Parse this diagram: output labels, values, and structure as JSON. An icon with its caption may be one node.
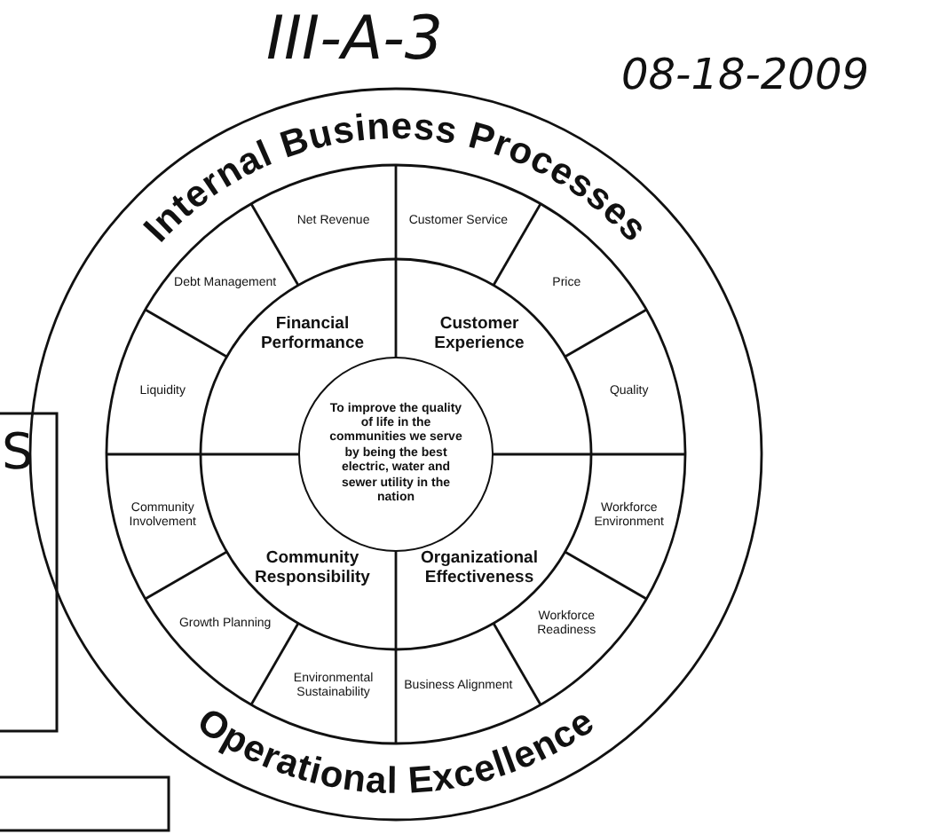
{
  "diagram": {
    "nodes": [
      {
        "text": [
          "Internal Business Processes",
          "Operational Excellence"
        ]
      },
      {
        "text": [
          "Financial Performance"
        ],
        "in": 0
      },
      {
        "text": [
          "Customer Experience"
        ],
        "in": 0
      },
      {
        "text": [
          "Community Responsibility"
        ],
        "in": 0
      },
      {
        "text": [
          "Organizational Effectiveness"
        ],
        "in": 0
      },
      {
        "text": [
          "To improve the quality of life in the communities we serve by being the best electric, water and sewer utility in the nation"
        ],
        "in": 0
      },
      {
        "text": [
          "Customer Service"
        ],
        "in": 0
      },
      {
        "text": [
          "Price"
        ],
        "in": 0
      },
      {
        "text": [
          "Quality"
        ],
        "in": 0
      },
      {
        "text": [
          "Workforce Environment"
        ],
        "in": 0
      },
      {
        "text": [
          "Workforce Readiness"
        ],
        "in": 0
      },
      {
        "text": [
          "Business Alignment"
        ],
        "in": 0
      },
      {
        "text": [
          "Environmental Sustainability"
        ],
        "in": 0
      },
      {
        "text": [
          "Growth Planning"
        ],
        "in": 0
      },
      {
        "text": [
          "Community Involvement"
        ],
        "in": 0
      },
      {
        "text": [
          "Liquidity"
        ],
        "in": 0
      },
      {
        "text": [
          "Debt Management"
        ],
        "in": 0
      },
      {
        "text": [
          "Net Revenue"
        ],
        "in": 0
      }
    ],
    "labels": [
      "III-A-3",
      "08-18-2009",
      "S"
    ]
  }
}
